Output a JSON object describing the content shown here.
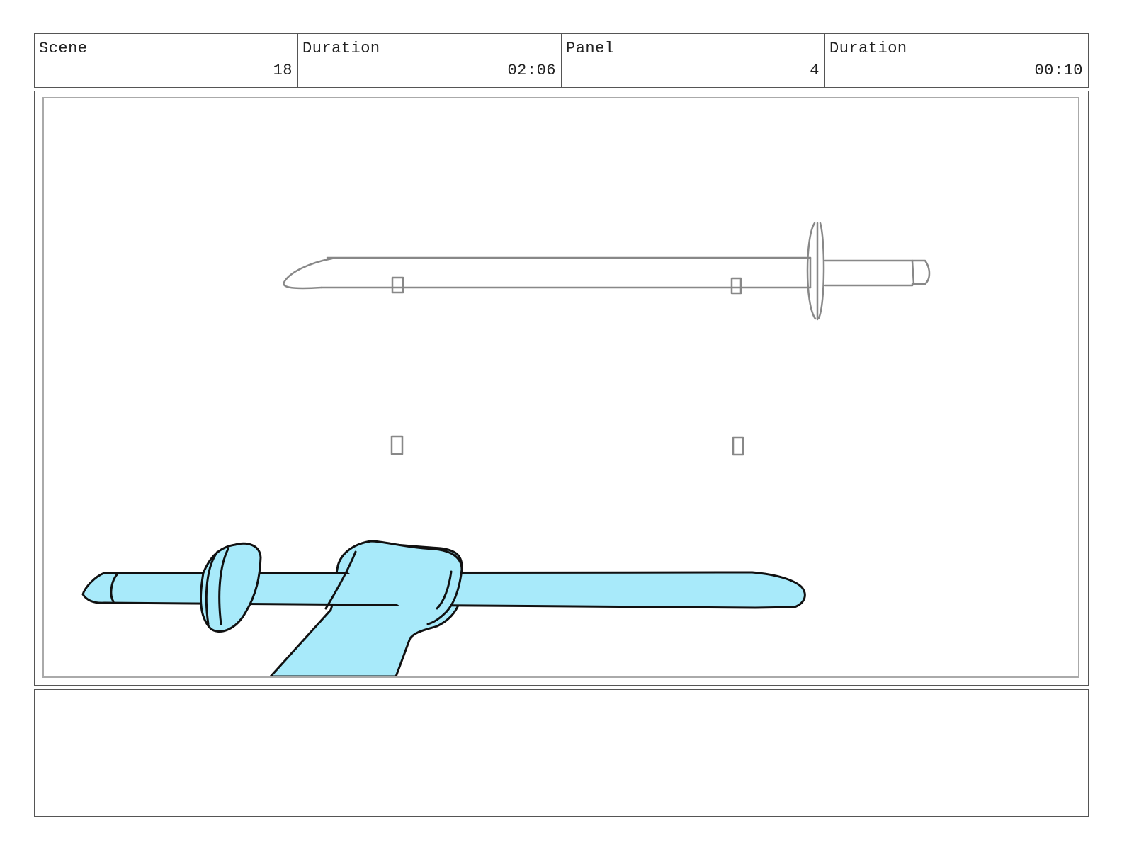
{
  "header": {
    "scene": {
      "label": "Scene",
      "value": "18"
    },
    "scene_duration": {
      "label": "Duration",
      "value": "02:06"
    },
    "panel": {
      "label": "Panel",
      "value": "4"
    },
    "panel_duration": {
      "label": "Duration",
      "value": "00:10"
    }
  },
  "notes": {
    "text": ""
  },
  "colors": {
    "sketch_fill": "#a8eafa",
    "sketch_line": "#111111",
    "layout_line": "#888888"
  }
}
